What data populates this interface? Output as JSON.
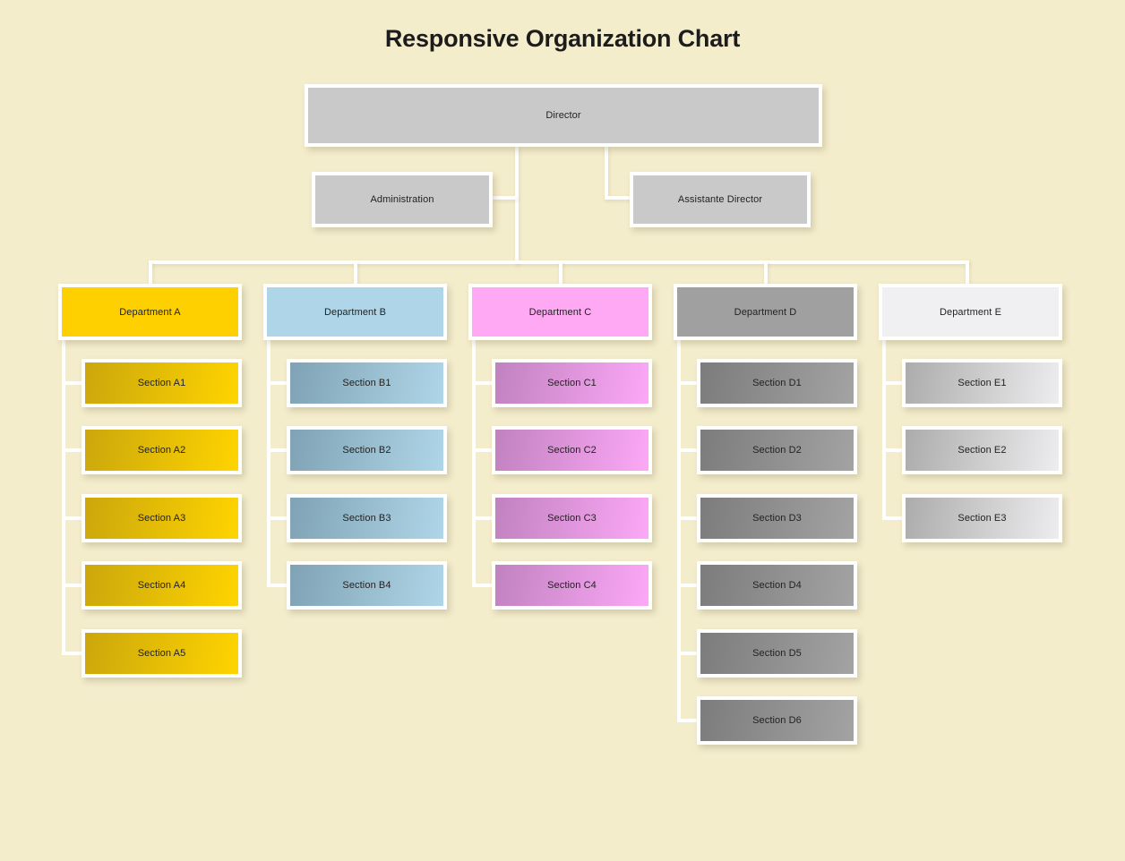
{
  "page": {
    "title": "Responsive Organization Chart",
    "background_color": "#F4EDCC",
    "connector_color": "#FFFFFF",
    "text_color": "#222222"
  },
  "chart_data": {
    "type": "diagram",
    "diagram_type": "organization-chart",
    "title": "Responsive Organization Chart",
    "orientation": "top-down with vertical sub-branches",
    "nodes": [
      {
        "id": "director",
        "label": "Director",
        "level": 0,
        "color": "#C9C9C9",
        "parent": null
      },
      {
        "id": "admin",
        "label": "Administration",
        "level": 1,
        "color": "#C9C9C9",
        "parent": "director"
      },
      {
        "id": "asst",
        "label": "Assistante Director",
        "level": 1,
        "color": "#C9C9C9",
        "parent": "director"
      },
      {
        "id": "deptA",
        "label": "Department A",
        "level": 2,
        "color": "#FFD000",
        "parent": "director"
      },
      {
        "id": "deptB",
        "label": "Department B",
        "level": 2,
        "color": "#AFD6E8",
        "parent": "director"
      },
      {
        "id": "deptC",
        "label": "Department C",
        "level": 2,
        "color": "#FFA8F4",
        "parent": "director"
      },
      {
        "id": "deptD",
        "label": "Department D",
        "level": 2,
        "color": "#A0A0A0",
        "parent": "director"
      },
      {
        "id": "deptE",
        "label": "Department E",
        "level": 2,
        "color": "#F0F0F2",
        "parent": "director"
      },
      {
        "id": "secA1",
        "label": "Section A1",
        "level": 3,
        "parent": "deptA"
      },
      {
        "id": "secA2",
        "label": "Section A2",
        "level": 3,
        "parent": "deptA"
      },
      {
        "id": "secA3",
        "label": "Section A3",
        "level": 3,
        "parent": "deptA"
      },
      {
        "id": "secA4",
        "label": "Section A4",
        "level": 3,
        "parent": "deptA"
      },
      {
        "id": "secA5",
        "label": "Section A5",
        "level": 3,
        "parent": "deptA"
      },
      {
        "id": "secB1",
        "label": "Section B1",
        "level": 3,
        "parent": "deptB"
      },
      {
        "id": "secB2",
        "label": "Section B2",
        "level": 3,
        "parent": "deptB"
      },
      {
        "id": "secB3",
        "label": "Section B3",
        "level": 3,
        "parent": "deptB"
      },
      {
        "id": "secB4",
        "label": "Section B4",
        "level": 3,
        "parent": "deptB"
      },
      {
        "id": "secC1",
        "label": "Section C1",
        "level": 3,
        "parent": "deptC"
      },
      {
        "id": "secC2",
        "label": "Section C2",
        "level": 3,
        "parent": "deptC"
      },
      {
        "id": "secC3",
        "label": "Section C3",
        "level": 3,
        "parent": "deptC"
      },
      {
        "id": "secC4",
        "label": "Section C4",
        "level": 3,
        "parent": "deptC"
      },
      {
        "id": "secD1",
        "label": "Section D1",
        "level": 3,
        "parent": "deptD"
      },
      {
        "id": "secD2",
        "label": "Section D2",
        "level": 3,
        "parent": "deptD"
      },
      {
        "id": "secD3",
        "label": "Section D3",
        "level": 3,
        "parent": "deptD"
      },
      {
        "id": "secD4",
        "label": "Section D4",
        "level": 3,
        "parent": "deptD"
      },
      {
        "id": "secD5",
        "label": "Section D5",
        "level": 3,
        "parent": "deptD"
      },
      {
        "id": "secD6",
        "label": "Section D6",
        "level": 3,
        "parent": "deptD"
      },
      {
        "id": "secE1",
        "label": "Section E1",
        "level": 3,
        "parent": "deptE"
      },
      {
        "id": "secE2",
        "label": "Section E2",
        "level": 3,
        "parent": "deptE"
      },
      {
        "id": "secE3",
        "label": "Section E3",
        "level": 3,
        "parent": "deptE"
      }
    ],
    "branch_counts": {
      "Department A": 5,
      "Department B": 4,
      "Department C": 4,
      "Department D": 6,
      "Department E": 3
    }
  },
  "top": {
    "director": "Director",
    "administration": "Administration",
    "assistant_director": "Assistante Director"
  },
  "departments": [
    {
      "key": "a",
      "label": "Department A",
      "head_color": "#FFD000",
      "section_gradient_from": "#CBA70C",
      "section_gradient_to": "#FFD400",
      "sections": [
        {
          "label": "Section A1"
        },
        {
          "label": "Section A2"
        },
        {
          "label": "Section A3"
        },
        {
          "label": "Section A4"
        },
        {
          "label": "Section A5"
        }
      ]
    },
    {
      "key": "b",
      "label": "Department B",
      "head_color": "#AFD6E8",
      "section_gradient_from": "#7FA3B5",
      "section_gradient_to": "#AFD6E8",
      "sections": [
        {
          "label": "Section B1"
        },
        {
          "label": "Section B2"
        },
        {
          "label": "Section B3"
        },
        {
          "label": "Section B4"
        }
      ]
    },
    {
      "key": "c",
      "label": "Department C",
      "head_color": "#FFA8F4",
      "section_gradient_from": "#C182C0",
      "section_gradient_to": "#FCA8F6",
      "sections": [
        {
          "label": "Section C1"
        },
        {
          "label": "Section C2"
        },
        {
          "label": "Section C3"
        },
        {
          "label": "Section C4"
        }
      ]
    },
    {
      "key": "d",
      "label": "Department D",
      "head_color": "#A0A0A0",
      "section_gradient_from": "#7C7C7C",
      "section_gradient_to": "#A3A3A3",
      "sections": [
        {
          "label": "Section D1"
        },
        {
          "label": "Section D2"
        },
        {
          "label": "Section D3"
        },
        {
          "label": "Section D4"
        },
        {
          "label": "Section D5"
        },
        {
          "label": "Section D6"
        }
      ]
    },
    {
      "key": "e",
      "label": "Department E",
      "head_color": "#F0F0F2",
      "section_gradient_from": "#ACACAC",
      "section_gradient_to": "#EDEDEF",
      "sections": [
        {
          "label": "Section E1"
        },
        {
          "label": "Section E2"
        },
        {
          "label": "Section E3"
        }
      ]
    }
  ]
}
